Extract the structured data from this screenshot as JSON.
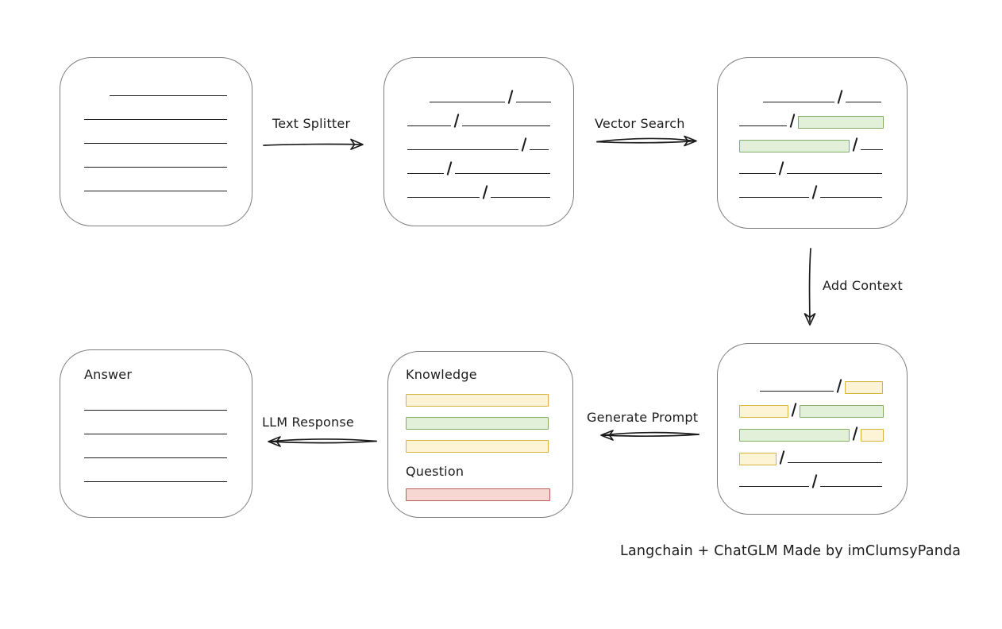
{
  "caption": "Langchain + ChatGLM Made by imClumsyPanda",
  "arrows": {
    "text_splitter": {
      "label": "Text Splitter"
    },
    "vector_search": {
      "label": "Vector Search"
    },
    "add_context": {
      "label": "Add Context"
    },
    "generate_prompt": {
      "label": "Generate Prompt"
    },
    "llm_response": {
      "label": "LLM Response"
    }
  },
  "colors": {
    "ink": "#1c1c1c",
    "box_border": "#7d7d7d",
    "green_fill": "#e2efd9",
    "green_border": "#83ab66",
    "yellow_fill": "#fdf3d5",
    "yellow_border": "#d9b13f",
    "red_fill": "#f6d7d2",
    "red_border": "#b75f56"
  },
  "boxes": {
    "document": {
      "rows": [
        [
          "indent:32",
          "line:148"
        ],
        [
          "line:180"
        ],
        [
          "line:180"
        ],
        [
          "line:180"
        ],
        [
          "line:180"
        ]
      ]
    },
    "chunks": {
      "rows": [
        [
          "indent:28",
          "line:95",
          "slash",
          "line:44"
        ],
        [
          "line:55",
          "slash",
          "line:111"
        ],
        [
          "line:140",
          "slash",
          "line:24"
        ],
        [
          "line:46",
          "slash",
          "line:120"
        ],
        [
          "line:91",
          "slash",
          "line:75"
        ]
      ]
    },
    "retrieval": {
      "rows": [
        [
          "indent:30",
          "line:90",
          "slash",
          "line:45"
        ],
        [
          "line:60",
          "slash",
          "green:108"
        ],
        [
          "green:139",
          "slash",
          "line:28"
        ],
        [
          "line:46",
          "slash",
          "line:120"
        ],
        [
          "line:88",
          "slash",
          "line:78"
        ]
      ]
    },
    "context": {
      "rows": [
        [
          "indent:26",
          "line:93",
          "slash",
          "yellow:48"
        ],
        [
          "yellow:62",
          "slash",
          "green:106"
        ],
        [
          "green:139",
          "slash",
          "yellow:29"
        ],
        [
          "yellow:47",
          "slash",
          "line:119"
        ],
        [
          "line:88",
          "slash",
          "line:78"
        ]
      ]
    },
    "prompt": {
      "knowledge_label": "Knowledge",
      "question_label": "Question",
      "knowledge_bars": [
        "yellow:180",
        "green:180",
        "yellow:180"
      ],
      "question_bars": [
        "red:182"
      ]
    },
    "answer": {
      "title": "Answer",
      "rows": [
        [
          "line:180"
        ],
        [
          "line:180"
        ],
        [
          "line:180"
        ],
        [
          "line:180"
        ]
      ]
    }
  }
}
